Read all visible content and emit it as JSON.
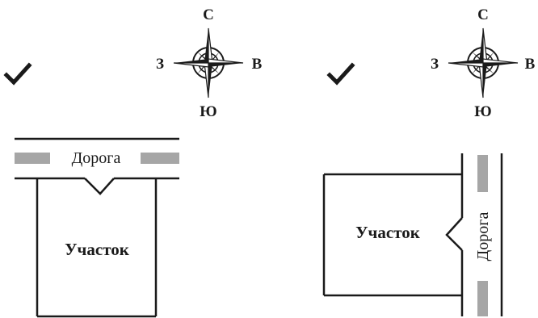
{
  "panels": [
    {
      "status_icon": "checkmark-icon",
      "compass": {
        "north": "С",
        "south": "Ю",
        "west": "З",
        "east": "В",
        "icon": "compass-rose-icon"
      },
      "road_label": "Дорога",
      "plot_label": "Участок",
      "road_position": "top"
    },
    {
      "status_icon": "checkmark-icon",
      "compass": {
        "north": "С",
        "south": "Ю",
        "west": "З",
        "east": "В",
        "icon": "compass-rose-icon"
      },
      "road_label": "Дорога",
      "plot_label": "Участок",
      "road_position": "right"
    }
  ],
  "colors": {
    "ink": "#1a1a1a",
    "road_marking": "#a6a6a6",
    "background": "#ffffff"
  }
}
